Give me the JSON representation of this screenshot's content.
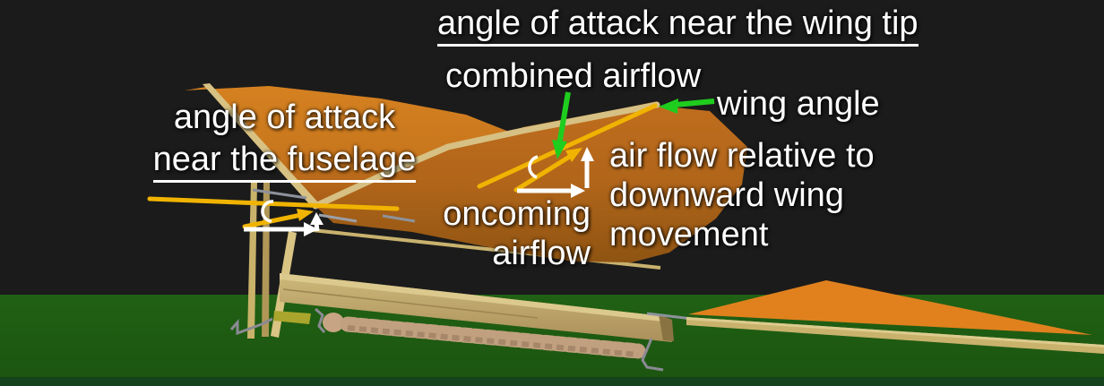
{
  "annotations": {
    "title_wing_tip": "angle of attack near the wing tip",
    "combined_airflow": "combined airflow",
    "wing_angle": "wing angle",
    "aoa_fuselage_line1": "angle of attack",
    "aoa_fuselage_line2": "near the fuselage",
    "oncoming_line1": "oncoming",
    "oncoming_line2": "airflow",
    "relative_flow_line1": "air flow relative to",
    "relative_flow_line2": "downward wing",
    "relative_flow_line3": "movement"
  },
  "colors": {
    "annotation_yellow": "#f0b400",
    "annotation_green": "#1fcd1f",
    "annotation_white": "#ffffff",
    "sky": "#1b1b1b",
    "ground_green": "#1e5a12",
    "wing_orange": "#c06d1d",
    "tail_orange": "#e0811e",
    "wood_tan": "#d6c083"
  },
  "scene_objects": {
    "model": "ornithopter",
    "far_wing": "left wing panel",
    "near_wing": "right wing panel",
    "tail": "triangular tail surface",
    "motor": "wound rubber band",
    "fuselage": "wooden beam"
  }
}
